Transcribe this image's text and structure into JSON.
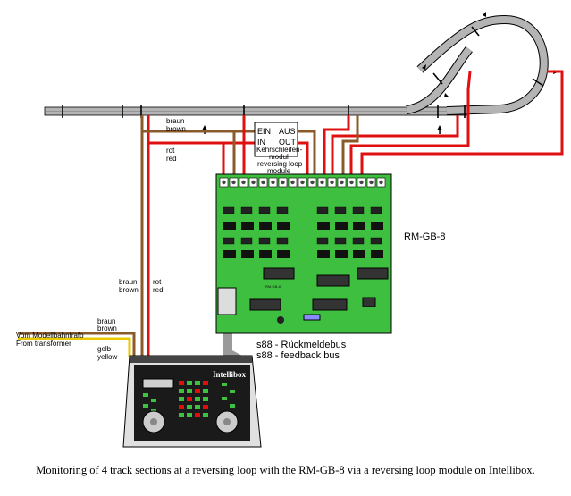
{
  "module": {
    "line1_left": "EIN",
    "line1_right": "AUS",
    "line2_left": "IN",
    "line2_right": "OUT",
    "name_de": "Kehrschleifen-",
    "name_de2": "modul",
    "name_en": "reversing loop",
    "name_en2": "module"
  },
  "wires": {
    "top_braun": "braun",
    "top_brown": "brown",
    "top_rot": "rot",
    "top_red": "red",
    "mid_braun": "braun",
    "mid_brown": "brown",
    "mid_rot": "rot",
    "mid_red": "red",
    "trafo_braun": "braun",
    "trafo_brown": "brown",
    "gelb": "gelb",
    "yellow": "yellow"
  },
  "transformer": {
    "de": "Vom Modellbahntrafo",
    "en": "From transformer"
  },
  "board": {
    "name": "RM-GB-8",
    "small_name": "RM-GB-8",
    "bus_de": "s88 - Rückmeldebus",
    "bus_en": "s88 - feedback bus"
  },
  "intellibox": {
    "brand": "Intellibox"
  },
  "caption": "Monitoring of 4 track sections at a reversing loop with the RM-GB-8 via a reversing loop module on Intellibox.",
  "colors": {
    "brown_wire": "#8b5a2b",
    "red_wire": "#e01010",
    "yellow_wire": "#e8c800",
    "board_green": "#3fbf3f",
    "track": "#b4b4b4"
  }
}
